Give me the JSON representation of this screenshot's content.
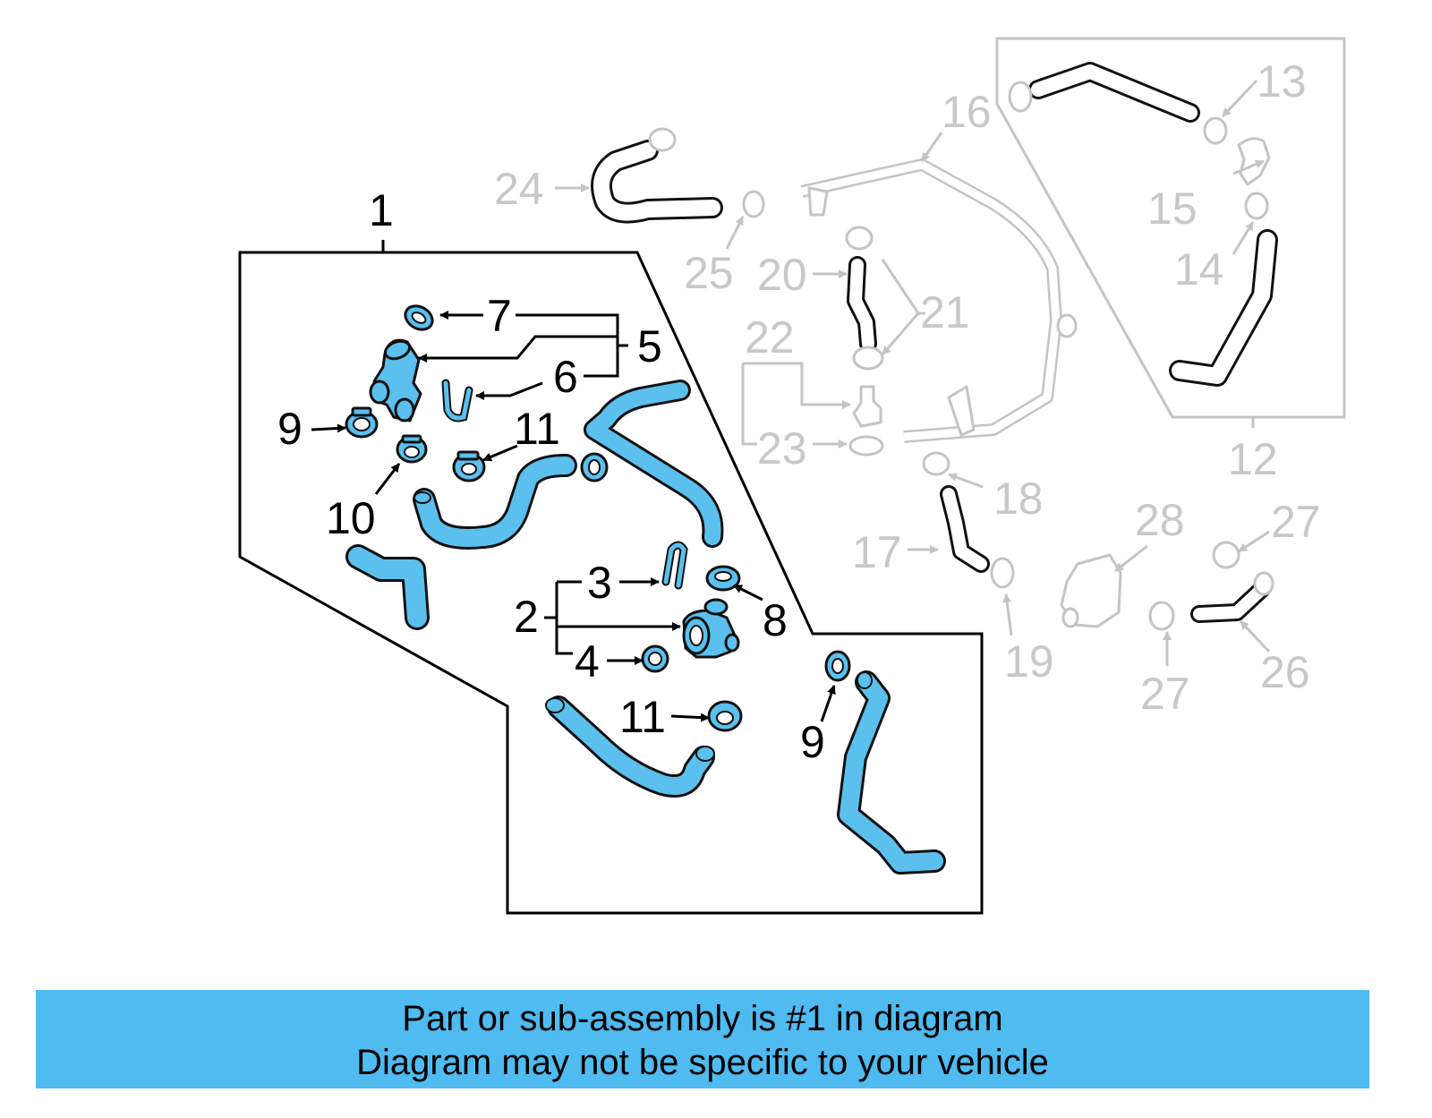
{
  "callouts": {
    "c1": "1",
    "c2": "2",
    "c3": "3",
    "c4": "4",
    "c5": "5",
    "c6": "6",
    "c7": "7",
    "c8": "8",
    "c9a": "9",
    "c9b": "9",
    "c10": "10",
    "c11a": "11",
    "c11b": "11",
    "c12": "12",
    "c13": "13",
    "c14": "14",
    "c15": "15",
    "c16": "16",
    "c17": "17",
    "c18": "18",
    "c19": "19",
    "c20": "20",
    "c21": "21",
    "c22": "22",
    "c23": "23",
    "c24": "24",
    "c25": "25",
    "c26": "26",
    "c27a": "27",
    "c27b": "27",
    "c28": "28"
  },
  "colors": {
    "highlight_part": "#5bc0ee",
    "other_parts": "#c4c4c4",
    "banner": "#4fbbf0",
    "outline": "#111111"
  },
  "banner": {
    "line1": "Part or sub-assembly is #1 in diagram",
    "line2": "Diagram may not be specific to your vehicle"
  }
}
